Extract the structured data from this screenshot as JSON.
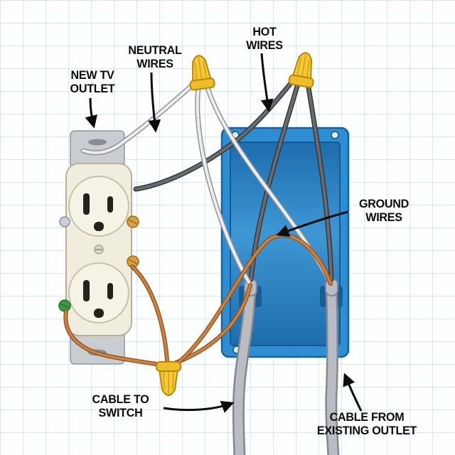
{
  "figure": {
    "kind": "electrical-wiring-diagram"
  },
  "labels": {
    "new_tv_outlet": {
      "line1": "NEW TV",
      "line2": "OUTLET"
    },
    "neutral_wires": {
      "line1": "NEUTRAL",
      "line2": "WIRES"
    },
    "hot_wires": {
      "line1": "HOT",
      "line2": "WIRES"
    },
    "ground_wires": {
      "line1": "GROUND",
      "line2": "WIRES"
    },
    "cable_to_switch": {
      "line1": "CABLE TO",
      "line2": "SWITCH"
    },
    "cable_from_existing_outlet": {
      "line1": "CABLE FROM",
      "line2": "EXISTING OUTLET"
    }
  },
  "shapes": {
    "outlet": "duplex-receptacle",
    "box": "blue-plastic-electrical-box",
    "connectors": "yellow-wire-nuts",
    "cables": [
      "cable-to-switch",
      "cable-from-existing-outlet"
    ]
  },
  "colors": {
    "background": "#fdfefe",
    "grid_line": "#c9dbea",
    "label_text": "#0c0c0c",
    "box_blue": "#2f8ed2",
    "box_blue_dark": "#17639f",
    "outlet_ivory": "#f0edde",
    "strap_gray": "#c9ccd1",
    "neutral_wire": "#ededed",
    "hot_wire": "#686b70",
    "ground_wire": "#cd8040",
    "cable_gray": "#b9bcc2",
    "wire_nut_yellow": "#f6c937",
    "ground_screw_green": "#3f9643",
    "brass_screw": "#d89f3c"
  }
}
